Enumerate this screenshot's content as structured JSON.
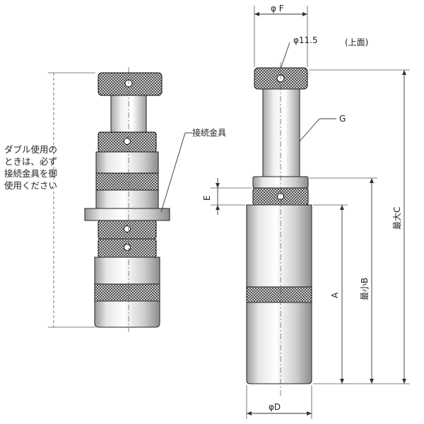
{
  "labels": {
    "phi_f": "φ F",
    "phi_11_5": "φ11.5",
    "top_surface": "(上面)",
    "g": "G",
    "connector": "接続金具",
    "e": "E",
    "a": "A",
    "min_b": "最小B",
    "max_c": "最大C",
    "phi_d": "φD"
  },
  "note_lines": [
    "ダブル使用の",
    "ときは、必ず",
    "接続金具を御",
    "使用ください"
  ]
}
